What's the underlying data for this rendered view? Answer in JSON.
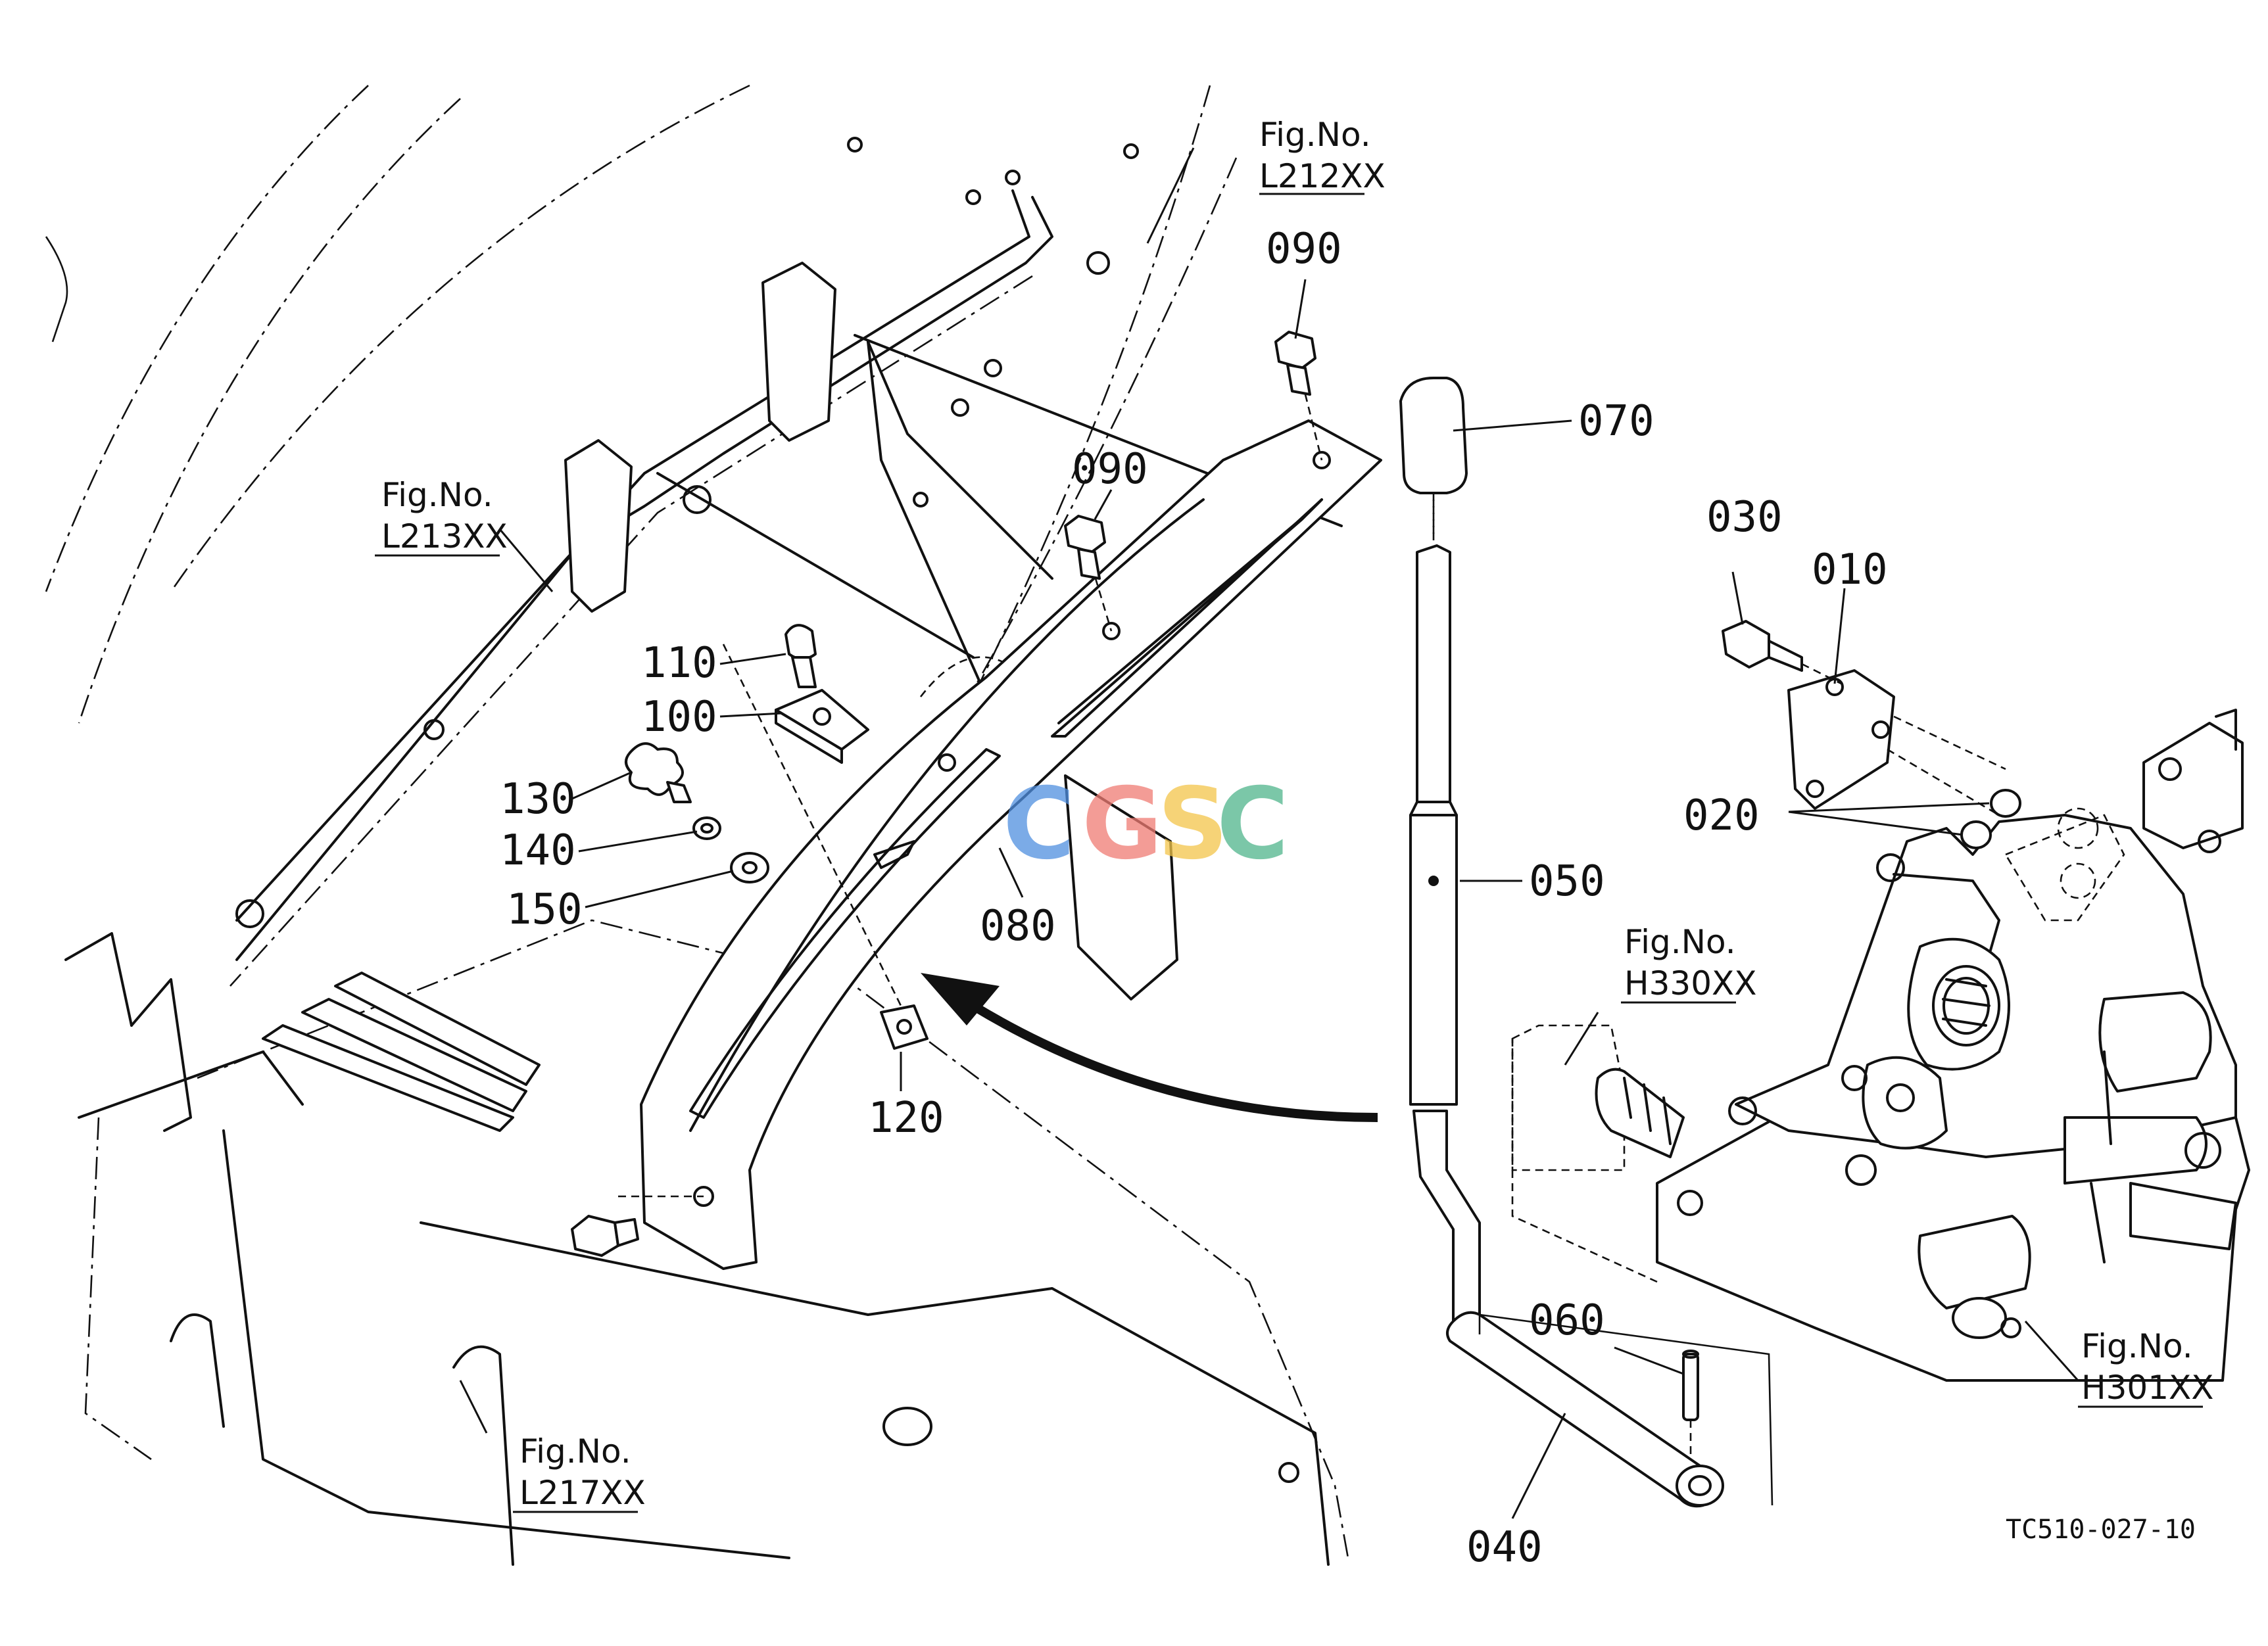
{
  "figure": {
    "code": "TC510-027-10",
    "watermark": {
      "letters": [
        {
          "char": "C",
          "color": "#4f8fe0"
        },
        {
          "char": "G",
          "color": "#ef7b73"
        },
        {
          "char": "S",
          "color": "#f3c54a"
        },
        {
          "char": "C",
          "color": "#4fb58c"
        }
      ]
    }
  },
  "part_labels": {
    "p010": "010",
    "p020": "020",
    "p030": "030",
    "p040": "040",
    "p050": "050",
    "p060": "060",
    "p070": "070",
    "p080": "080",
    "p090a": "090",
    "p090b": "090",
    "p100": "100",
    "p110": "110",
    "p120": "120",
    "p130": "130",
    "p140": "140",
    "p150": "150"
  },
  "figure_refs": {
    "fig_prefix": "Fig.No.",
    "l212": "L212XX",
    "l213": "L213XX",
    "l217": "L217XX",
    "h330": "H330XX",
    "h301": "H301XX"
  }
}
